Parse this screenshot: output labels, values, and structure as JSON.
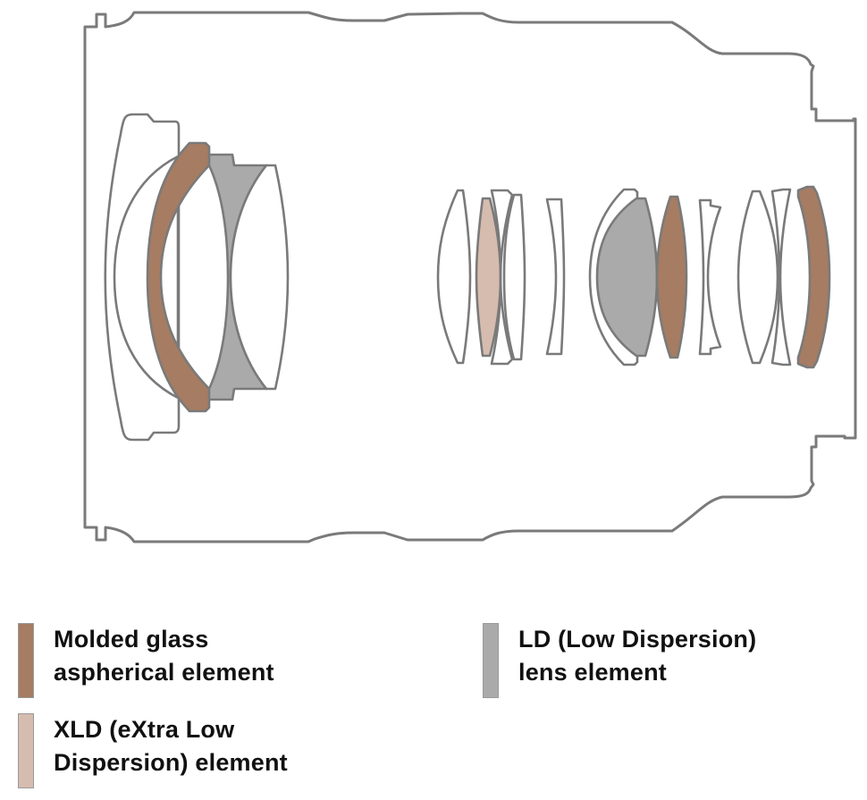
{
  "diagram": {
    "title": "Lens construction diagram",
    "colors": {
      "outline": "#7a7a7a",
      "molded_aspherical": "#a67c62",
      "xld": "#d6bcae",
      "ld": "#aaaaaa",
      "standard": "#ffffff"
    },
    "elements": [
      {
        "id": "front-group-1",
        "type": "standard"
      },
      {
        "id": "front-group-2",
        "type": "molded_aspherical"
      },
      {
        "id": "front-group-3",
        "type": "ld"
      },
      {
        "id": "front-group-4",
        "type": "standard"
      },
      {
        "id": "mid-group-1",
        "type": "standard"
      },
      {
        "id": "mid-group-2",
        "type": "xld"
      },
      {
        "id": "mid-group-3",
        "type": "standard"
      },
      {
        "id": "mid-group-4",
        "type": "standard"
      },
      {
        "id": "mid-group-5",
        "type": "standard"
      },
      {
        "id": "rear-group-1",
        "type": "standard"
      },
      {
        "id": "rear-group-2",
        "type": "ld"
      },
      {
        "id": "rear-group-3",
        "type": "molded_aspherical"
      },
      {
        "id": "rear-group-4",
        "type": "standard"
      },
      {
        "id": "rear-group-5",
        "type": "standard"
      },
      {
        "id": "rear-group-6",
        "type": "standard"
      },
      {
        "id": "rear-group-7",
        "type": "molded_aspherical"
      }
    ]
  },
  "legend": {
    "molded": {
      "line1": "Molded glass",
      "line2": "aspherical element",
      "color": "#a67c62"
    },
    "xld": {
      "line1": "XLD (eXtra Low",
      "line2": "Dispersion) element",
      "color": "#d6bcae"
    },
    "ld": {
      "line1": "LD (Low Dispersion)",
      "line2": "lens element",
      "color": "#aaaaaa"
    }
  }
}
